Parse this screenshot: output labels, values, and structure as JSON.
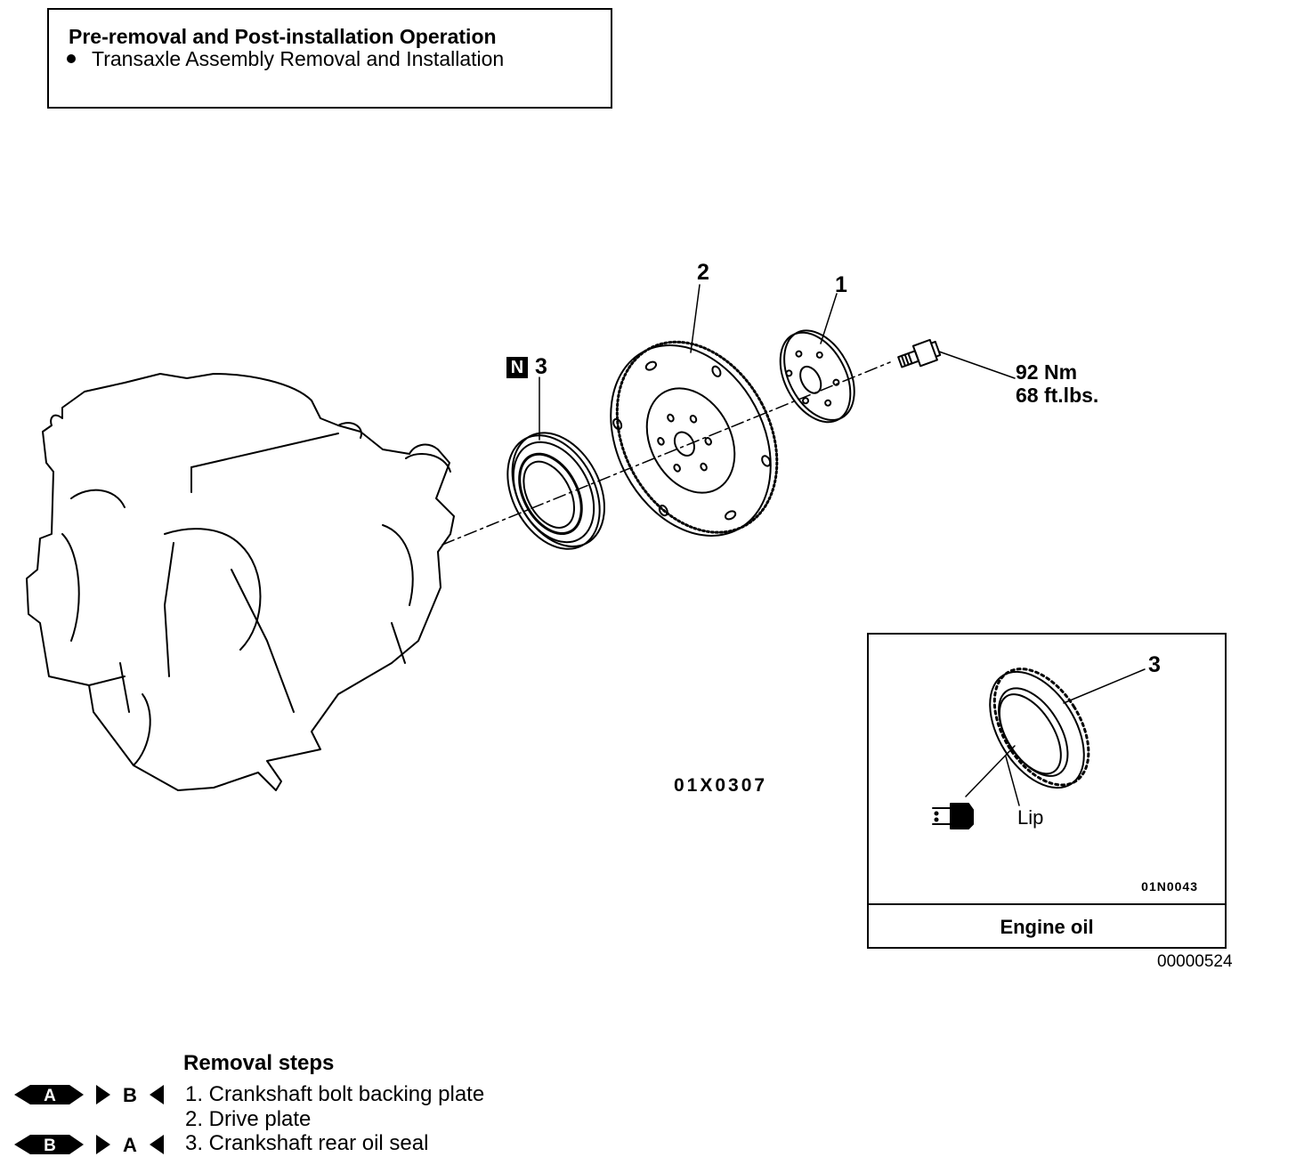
{
  "pre_operation": {
    "title": "Pre-removal and Post-installation Operation",
    "items": [
      "Transaxle Assembly Removal and Installation"
    ]
  },
  "callouts": {
    "part_1": "1",
    "part_2": "2",
    "part_3": "3",
    "new_part_mark": "N",
    "torque_nm": "92 Nm",
    "torque_ftlbs": "68 ft.lbs.",
    "figure_code": "01X0307"
  },
  "inset": {
    "part_label": "3",
    "lip_label": "Lip",
    "figure_code": "01N0043",
    "caption": "Engine oil"
  },
  "reference_code": "00000524",
  "removal_steps": {
    "title": "Removal steps",
    "steps": [
      {
        "text": "1. Crankshaft bolt backing plate",
        "marks": [
          "A",
          "B"
        ]
      },
      {
        "text": "2. Drive plate",
        "marks": []
      },
      {
        "text": "3. Crankshaft rear oil seal",
        "marks": [
          "B",
          "A"
        ]
      }
    ]
  }
}
